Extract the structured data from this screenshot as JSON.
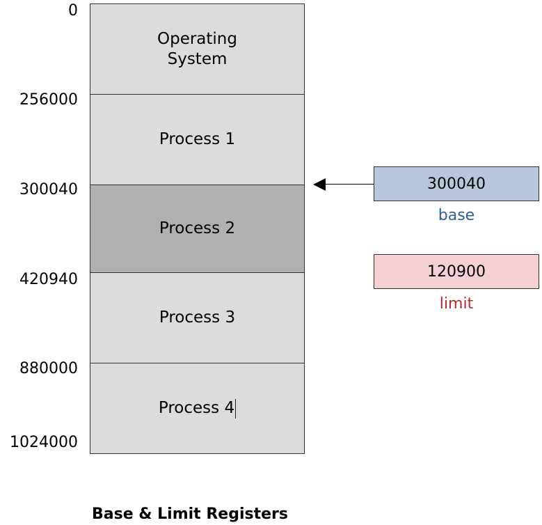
{
  "diagram": {
    "caption": "Base & Limit Registers",
    "addresses": [
      "0",
      "256000",
      "300040",
      "420940",
      "880000",
      "1024000"
    ],
    "blocks": [
      {
        "label": "Operating\nSystem",
        "highlighted": false
      },
      {
        "label": "Process 1",
        "highlighted": false
      },
      {
        "label": "Process 2",
        "highlighted": true
      },
      {
        "label": "Process 3",
        "highlighted": false
      },
      {
        "label": "Process 4",
        "highlighted": false
      }
    ],
    "registers": {
      "base": {
        "value": "300040",
        "label": "base",
        "fill": "#b7c8dd",
        "label_color": "#2e6096"
      },
      "limit": {
        "value": "120900",
        "label": "limit",
        "fill": "#f6d0d5",
        "label_color": "#c0282d"
      }
    },
    "colors": {
      "block_fill": "#dcdcdc",
      "highlight_fill": "#b0b0b0"
    }
  }
}
